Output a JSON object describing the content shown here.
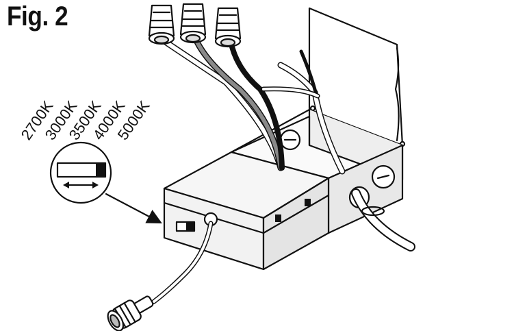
{
  "figure": {
    "label": "Fig. 2"
  },
  "switch_settings": {
    "options": [
      "2700K",
      "3000K",
      "3500K",
      "4000K",
      "5000K"
    ]
  },
  "colors": {
    "ink": "#111111",
    "paper": "#ffffff",
    "box_face": "#f4f4f4",
    "box_side": "#e6e6e6",
    "wire_black": "#111111",
    "wire_gray": "#8a8a8a",
    "wire_white": "#ffffff"
  }
}
